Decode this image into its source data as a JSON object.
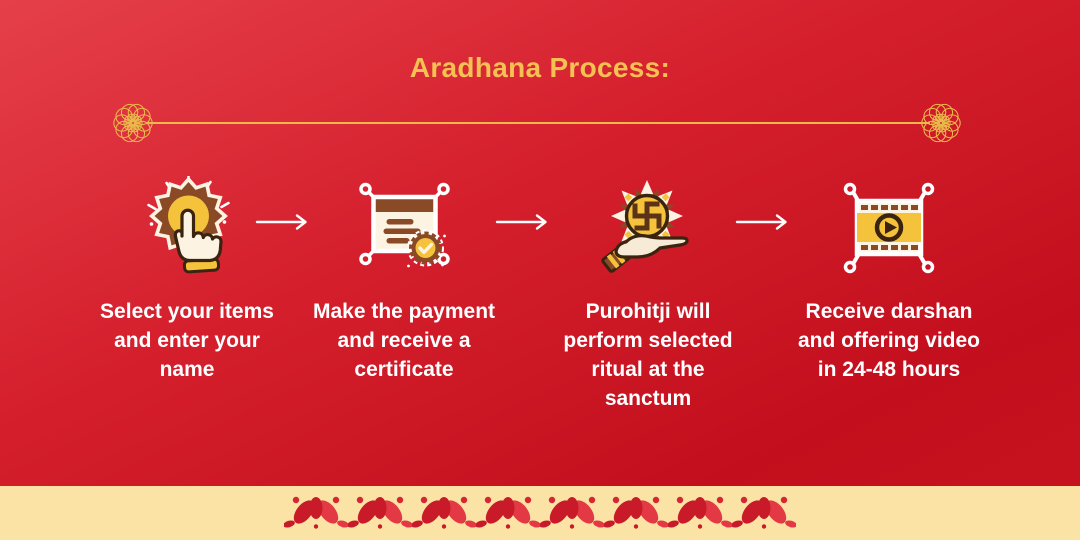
{
  "title": "Aradhana Process:",
  "steps": [
    {
      "icon": "tap-select-icon",
      "label": "Select your items\nand enter your\nname"
    },
    {
      "icon": "certificate-icon",
      "label": "Make the payment\nand receive a\ncertificate"
    },
    {
      "icon": "ritual-offering-icon",
      "label": "Purohitji will\nperform selected\nritual at the\nsanctum"
    },
    {
      "icon": "video-icon",
      "label": "Receive darshan\nand offering video\nin 24-48 hours"
    }
  ],
  "decor": {
    "arrow_count": 3,
    "end_ornament": "rosette-mandala",
    "bottom_border_motif": "lotus",
    "bottom_motif_count": 8
  },
  "colors": {
    "background_top": "#e5404a",
    "background_bottom": "#c30f1d",
    "title_gold": "#f3c253",
    "divider_gold": "#e9b94b",
    "step_text": "#ffffff",
    "icon_cream": "#fdf3e3",
    "icon_brown": "#8a4a26",
    "icon_outline": "#3a2410",
    "icon_yellow": "#f5c33b",
    "strip_cream": "#fbe2a5",
    "motif_red_dark": "#c81a29",
    "motif_red_bright": "#e23944"
  }
}
